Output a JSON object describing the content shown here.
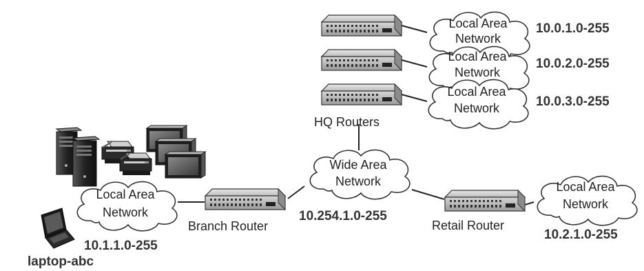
{
  "clouds": {
    "lan1": [
      "Local Area",
      "Network"
    ],
    "lan2": [
      "Local Area",
      "Network"
    ],
    "lan3": [
      "Local Area",
      "Network"
    ],
    "wan": [
      "Wide Area",
      "Network"
    ],
    "branch_lan": [
      "Local Area",
      "Network"
    ],
    "retail_lan": [
      "Local Area",
      "Network"
    ]
  },
  "addresses": {
    "lan1": "10.0.1.0-255",
    "lan2": "10.0.2.0-255",
    "lan3": "10.0.3.0-255",
    "wan": "10.254.1.0-255",
    "branch": "10.1.1.0-255",
    "retail": "10.2.1.0-255"
  },
  "labels": {
    "hq_routers": "HQ Routers",
    "branch_router": "Branch Router",
    "retail_router": "Retail Router",
    "laptop": "laptop-abc"
  }
}
